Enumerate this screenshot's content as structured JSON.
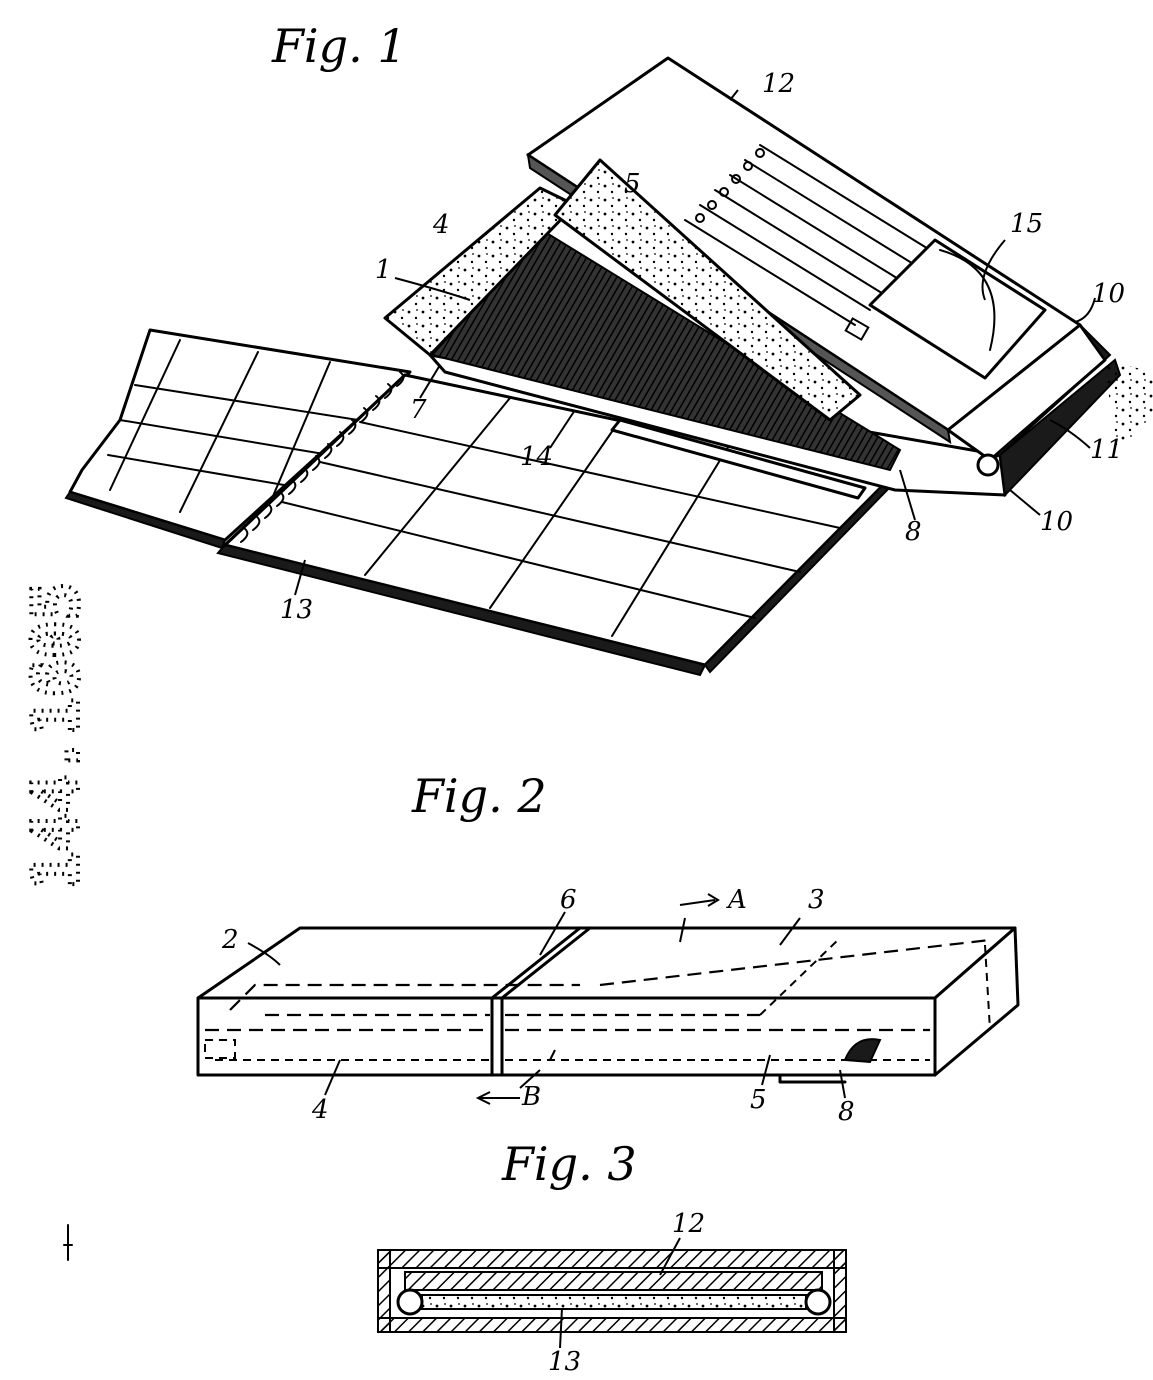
{
  "figures": [
    {
      "title": "Fig. 1",
      "labels": [
        "12",
        "5",
        "4",
        "1",
        "15",
        "10",
        "7",
        "14",
        "11",
        "8",
        "10",
        "13"
      ]
    },
    {
      "title": "Fig. 2",
      "labels": [
        "6",
        "A",
        "3",
        "2",
        "4",
        "B",
        "5",
        "8"
      ]
    },
    {
      "title": "Fig. 3",
      "labels": [
        "12",
        "13"
      ]
    }
  ],
  "side_number": "144.1605"
}
